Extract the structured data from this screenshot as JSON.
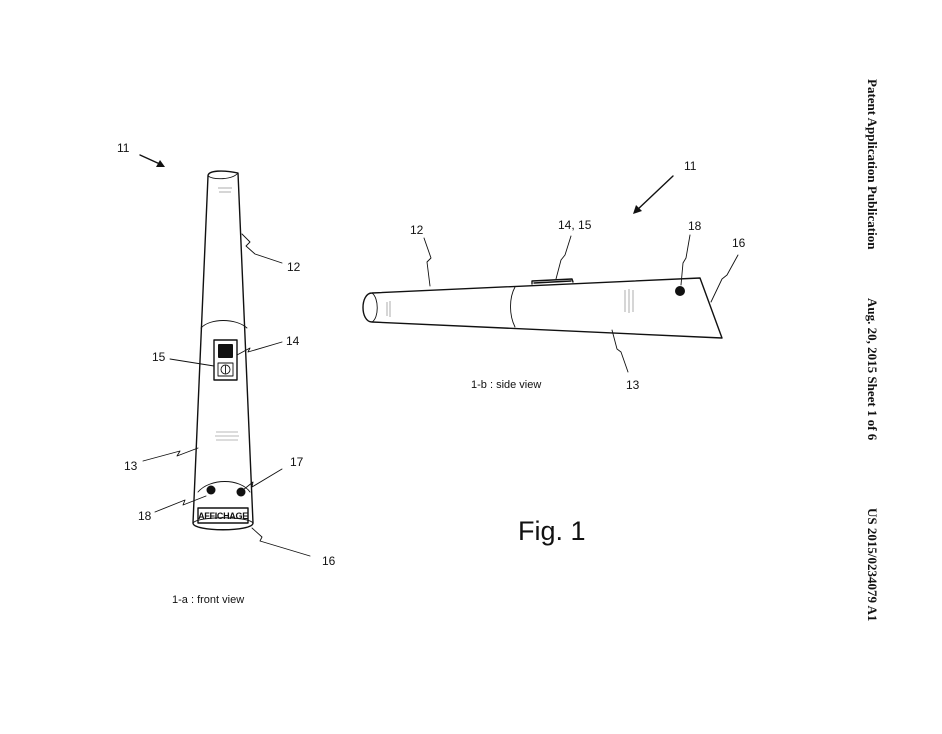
{
  "header": {
    "publication": "Patent Application Publication",
    "date_sheet": "Aug. 20, 2015  Sheet 1 of 6",
    "number": "US 2015/0234079 A1"
  },
  "figure": {
    "title": "Fig. 1",
    "front_view": {
      "caption": "1-a : front view",
      "display_label": "AFFICHAGE",
      "refs": {
        "device": "11",
        "upper": "12",
        "lower": "13",
        "button_top": "14",
        "button_bottom": "15",
        "tip": "16",
        "right_dot": "17",
        "left_dot": "18"
      }
    },
    "side_view": {
      "caption": "1-b : side view",
      "refs": {
        "device": "11",
        "upper": "12",
        "lower": "13",
        "buttons": "14, 15",
        "dot": "18",
        "tip": "16"
      }
    }
  }
}
